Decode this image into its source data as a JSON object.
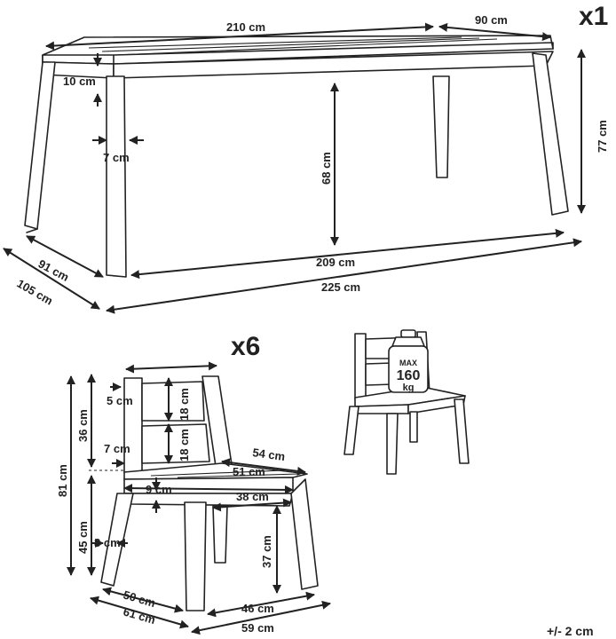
{
  "quantities": {
    "table": "x1",
    "chairs": "x6"
  },
  "table_dims": {
    "length_top": "210 cm",
    "depth_top": "90 cm",
    "apron": "10 cm",
    "leg_width": "7 cm",
    "clearance": "68 cm",
    "height": "77 cm",
    "depth_floor_inner": "91 cm",
    "depth_floor_outer": "105 cm",
    "length_floor_inner": "209 cm",
    "length_floor_outer": "225 cm"
  },
  "chair_dims": {
    "back_width": "",
    "back_slat_gap": "5 cm",
    "back_upper": "18 cm",
    "back_lower": "18 cm",
    "back_height": "36 cm",
    "back_rail": "7 cm",
    "seat_depth": "54 cm",
    "seat_width": "51 cm",
    "seat_thickness": "9 cm",
    "total_height": "81 cm",
    "seat_height": "45 cm",
    "inner_width": "38 cm",
    "leg_clearance": "37 cm",
    "leg_width": "8 cm",
    "floor_depth_inner": "50 cm",
    "floor_depth_outer": "61 cm",
    "floor_width_inner": "46 cm",
    "floor_width_outer": "59 cm"
  },
  "load_label": {
    "max": "MAX",
    "weight": "160",
    "unit": "kg"
  },
  "tolerance": "+/- 2 cm"
}
